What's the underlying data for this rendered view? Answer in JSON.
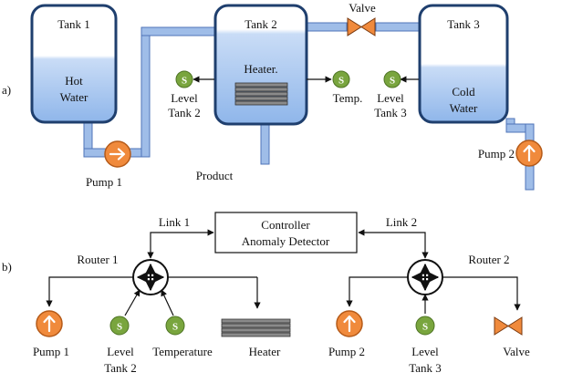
{
  "part_a": {
    "tag": "a)",
    "tank1": {
      "title": "Tank 1",
      "content_line1": "Hot",
      "content_line2": "Water"
    },
    "tank2": {
      "title": "Tank 2",
      "heater_label": "Heater."
    },
    "tank3": {
      "title": "Tank 3",
      "content_line1": "Cold",
      "content_line2": "Water"
    },
    "valve_label": "Valve",
    "pump1_label": "Pump 1",
    "pump2_label": "Pump 2",
    "product_label": "Product",
    "sensor_level2": {
      "glyph": "S",
      "line1": "Level",
      "line2": "Tank 2"
    },
    "sensor_temp": {
      "glyph": "S",
      "line1": "Temp."
    },
    "sensor_level3": {
      "glyph": "S",
      "line1": "Level",
      "line2": "Tank 3"
    }
  },
  "part_b": {
    "tag": "b)",
    "controller_line1": "Controller",
    "controller_line2": "Anomaly Detector",
    "link1": "Link 1",
    "link2": "Link 2",
    "router1": "Router 1",
    "router2": "Router 2",
    "pump1_label": "Pump 1",
    "level_tank2": {
      "glyph": "S",
      "line1": "Level",
      "line2": "Tank 2"
    },
    "temperature": {
      "glyph": "S",
      "line1": "Temperature"
    },
    "heater_label": "Heater",
    "pump2_label": "Pump 2",
    "level_tank3": {
      "glyph": "S",
      "line1": "Level",
      "line2": "Tank 3"
    },
    "valve_label": "Valve"
  },
  "colors": {
    "pipe_fill": "#9fbde8",
    "pipe_edge": "#4f74b8",
    "tank_edge": "#1f3f6e",
    "tank_top": "#ffffff",
    "tank_liquid": "#a9c8f0",
    "pump_orange": "#f08a3c",
    "sensor_green": "#79a53e",
    "line_dark": "#111111"
  },
  "icons": {
    "pump": "arrow-in-orange-circle-icon",
    "sensor": "s-in-green-circle-icon",
    "valve": "bowtie-valve-icon",
    "heater": "stacked-coil-heater-icon",
    "router": "four-way-router-icon"
  }
}
